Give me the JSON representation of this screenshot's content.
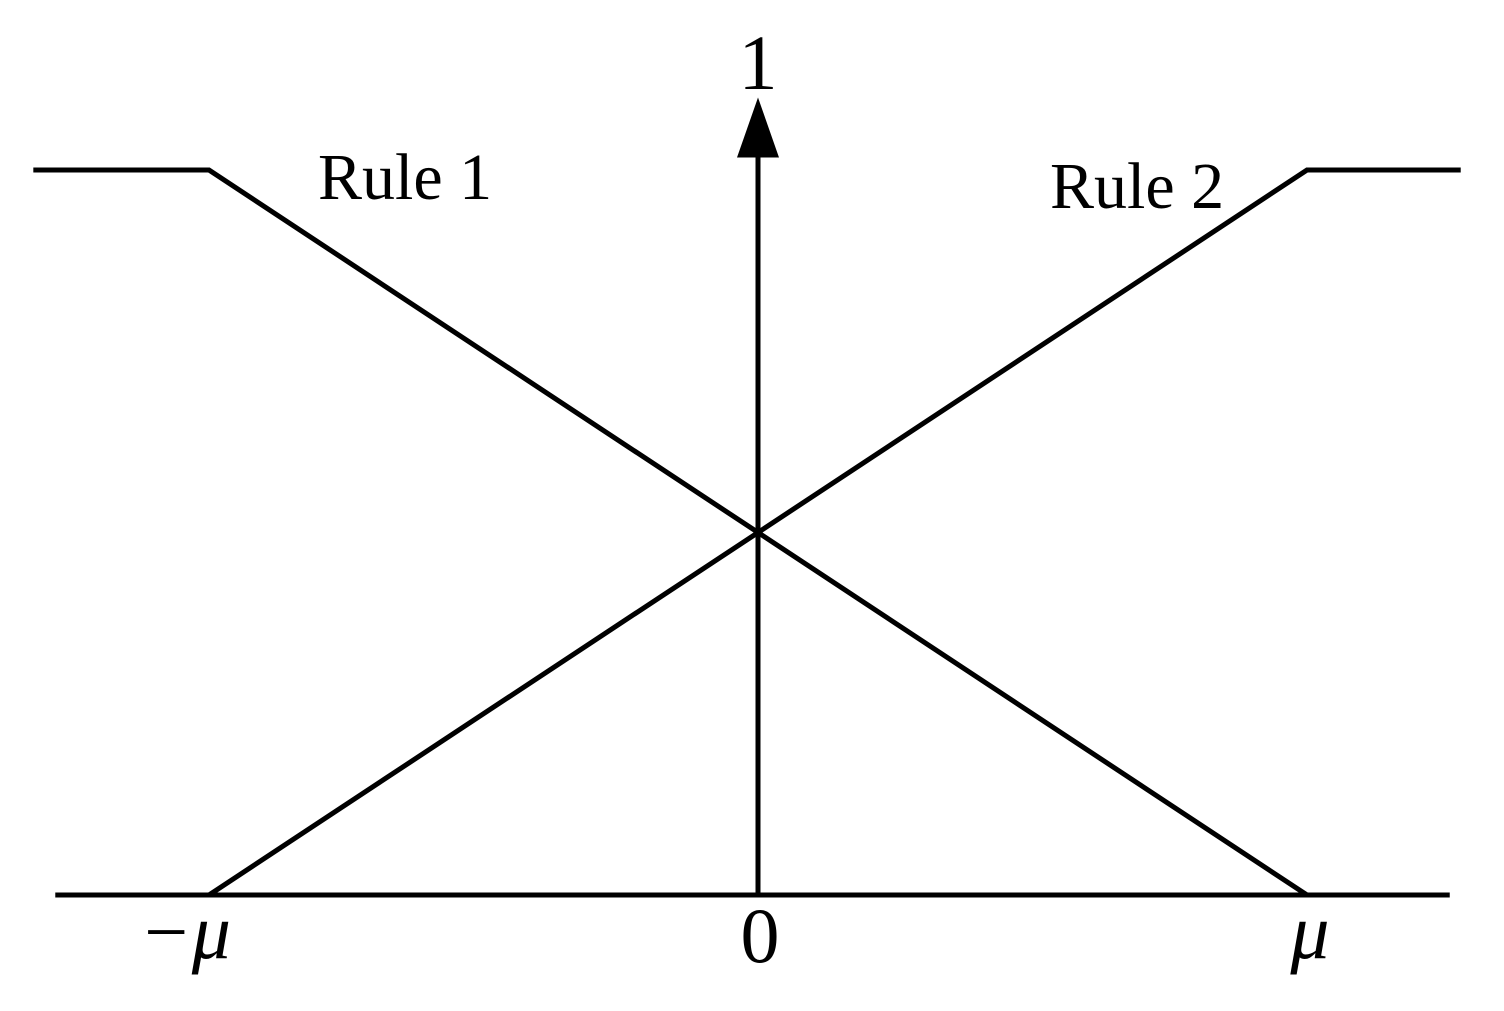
{
  "figure": {
    "background_color": "#ffffff",
    "line_color": "#000000"
  },
  "chart_data": {
    "type": "line",
    "title": "",
    "grid": false,
    "legend_position": "none",
    "x_axis": {
      "range_in_mu": [
        -1.28,
        1.26
      ],
      "ticks": [
        {
          "value": -1,
          "label": "−μ"
        },
        {
          "value": 0,
          "label": "0"
        },
        {
          "value": 1,
          "label": "μ"
        }
      ]
    },
    "y_axis": {
      "range": [
        0,
        1.1
      ],
      "top_label": "1",
      "has_arrowhead": true
    },
    "series": [
      {
        "name": "Rule 1",
        "shape": "decreasing piecewise-linear",
        "points": [
          [
            -1.32,
            1
          ],
          [
            -1,
            1
          ],
          [
            1,
            0
          ]
        ]
      },
      {
        "name": "Rule 2",
        "shape": "increasing piecewise-linear",
        "points": [
          [
            -1,
            0
          ],
          [
            1,
            1
          ],
          [
            1.28,
            1
          ]
        ]
      }
    ]
  }
}
